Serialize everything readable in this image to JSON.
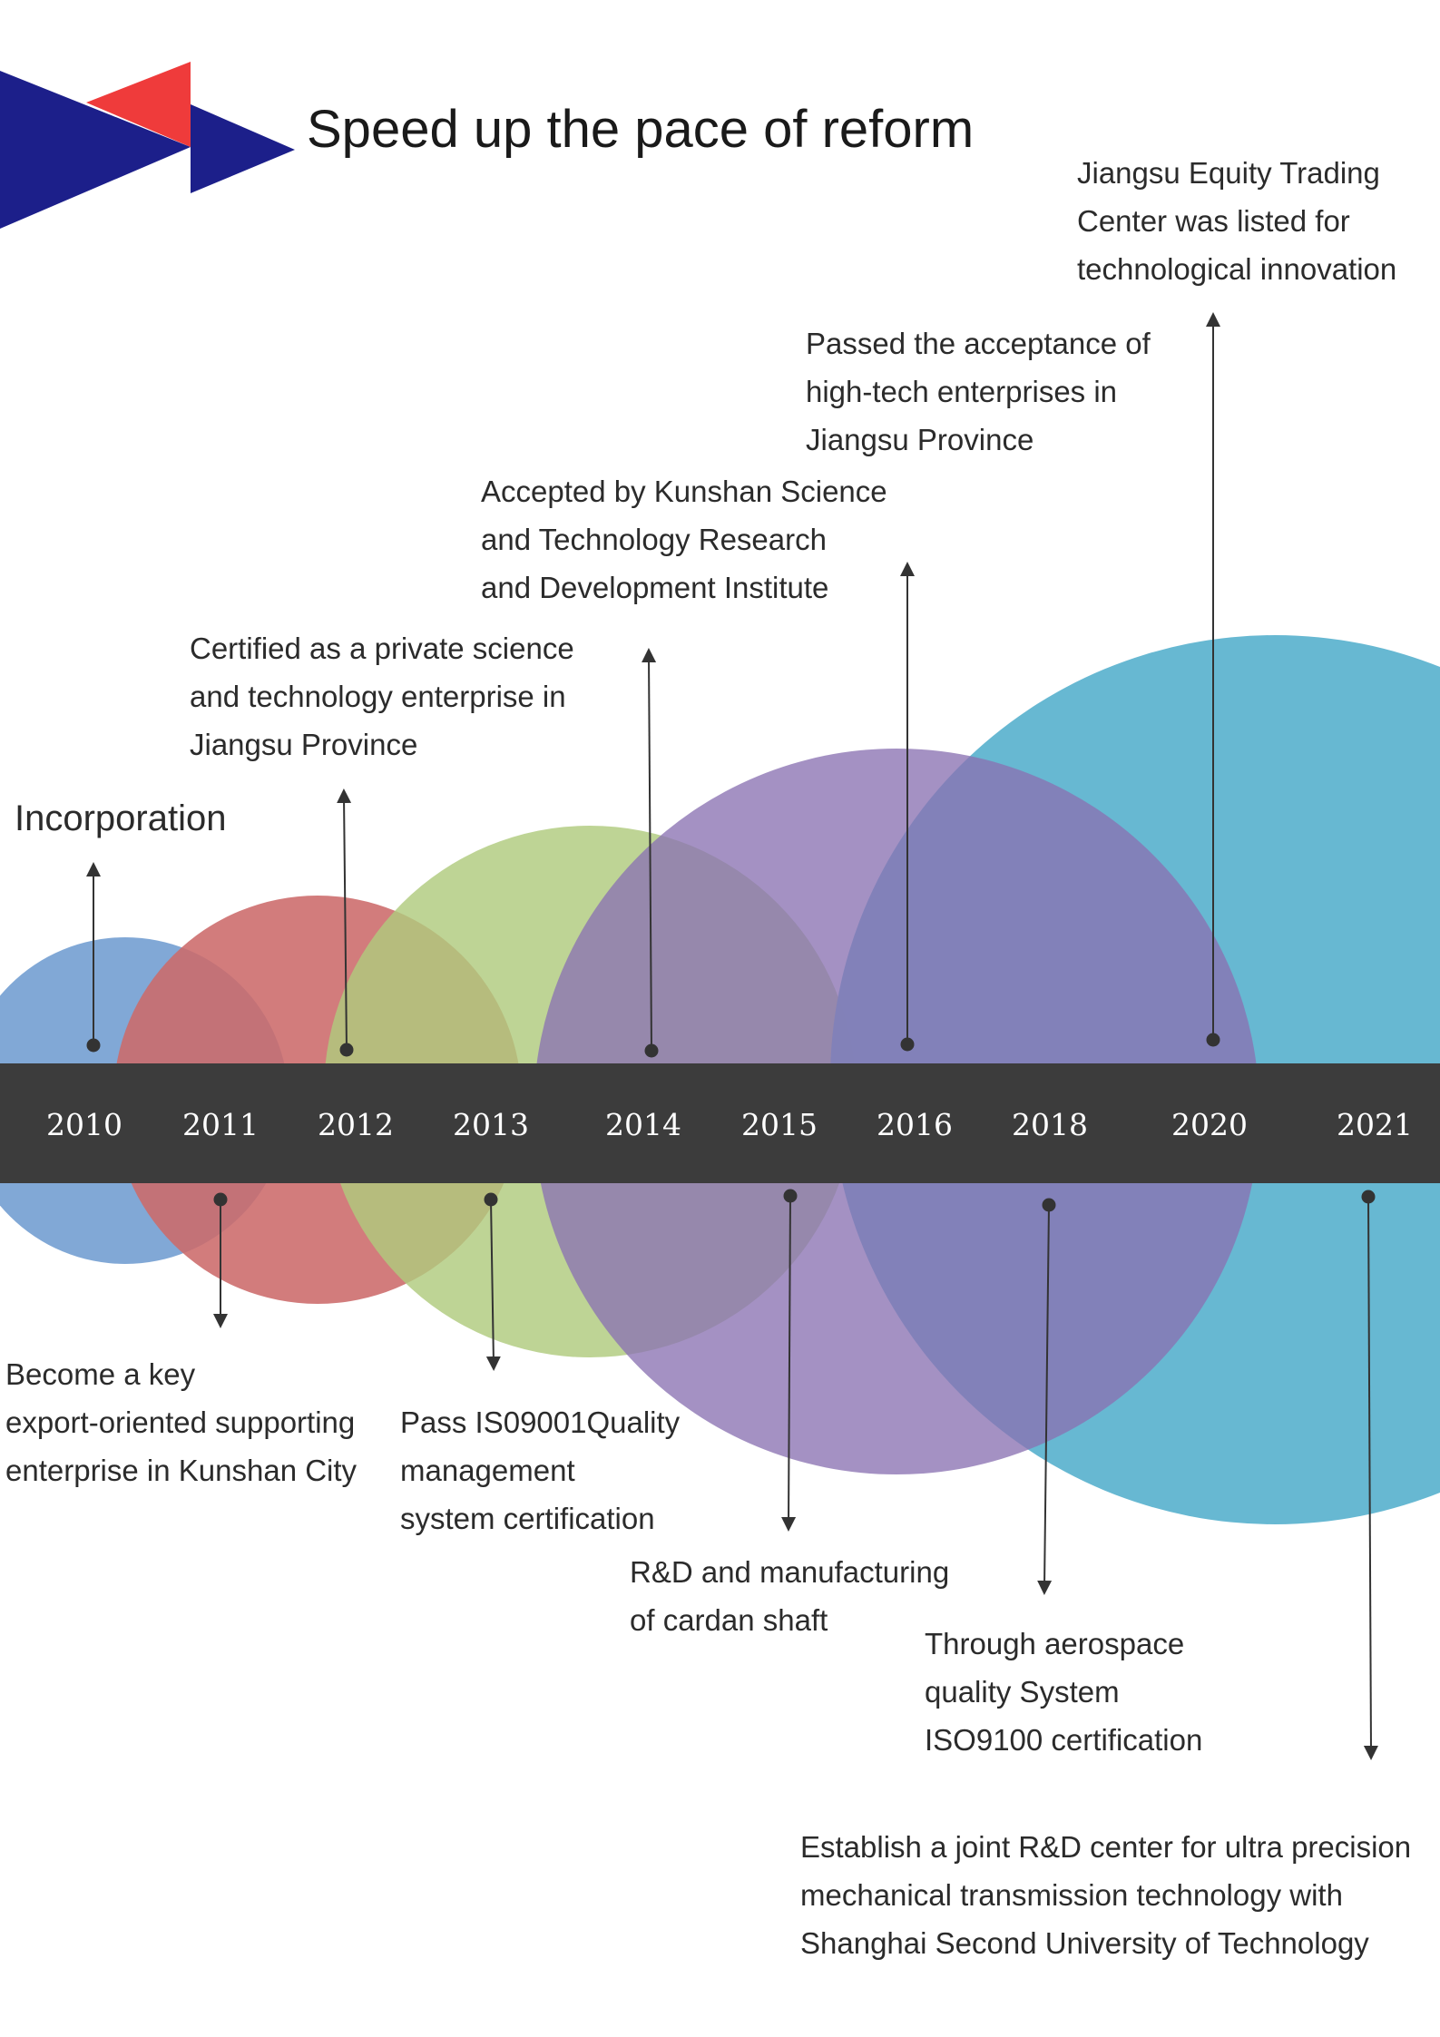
{
  "title": "Speed up the pace of reform",
  "colors": {
    "logo_navy": "#1c1f8a",
    "logo_red": "#ef3b3b",
    "band": "#3c3c3c",
    "circle_2010": "#7aa3d4",
    "circle_2011": "#cc6a6a",
    "circle_2013": "#b0cb7e",
    "circle_2015": "#a08cc0",
    "circle_2020": "#5fb4d0"
  },
  "timeline": {
    "years": [
      "2010",
      "2011",
      "2012",
      "2013",
      "2014",
      "2015",
      "2016",
      "2018",
      "2020",
      "2021"
    ]
  },
  "events": {
    "2010": {
      "lines": [
        "Incorporation"
      ]
    },
    "2011": {
      "lines": [
        "Become a key",
        "export-oriented supporting",
        "enterprise in Kunshan City"
      ]
    },
    "2012": {
      "lines": [
        "Certified as a private science",
        "and technology enterprise in",
        "Jiangsu Province"
      ]
    },
    "2013": {
      "lines": [
        "Pass IS09001Quality",
        "management",
        "system certification"
      ]
    },
    "2014": {
      "lines": [
        "Accepted by Kunshan Science",
        "and Technology Research",
        "and Development Institute"
      ]
    },
    "2015": {
      "lines": [
        "R&D and manufacturing",
        "of cardan shaft"
      ]
    },
    "2016": {
      "lines": [
        "Passed the acceptance of",
        "high-tech enterprises in",
        "Jiangsu Province"
      ]
    },
    "2018": {
      "lines": [
        "Through aerospace",
        "quality System",
        "ISO9100 certification"
      ]
    },
    "2020": {
      "lines": [
        "Jiangsu Equity Trading",
        "Center was listed for",
        "technological innovation"
      ]
    },
    "2021": {
      "lines": [
        "Establish a joint R&D center for ultra precision",
        "mechanical transmission technology with",
        "Shanghai Second University of Technology"
      ]
    }
  }
}
